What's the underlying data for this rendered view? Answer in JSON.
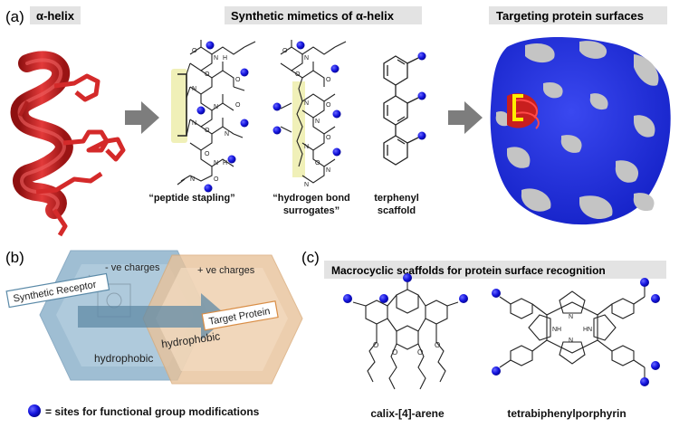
{
  "panel_a": {
    "letter": "(a)",
    "helix_header": "α-helix",
    "mimetics_header": "Synthetic mimetics of α-helix",
    "targeting_header": "Targeting protein surfaces",
    "caption_stapling": "“peptide stapling”",
    "caption_hbs_1": "“hydrogen bond",
    "caption_hbs_2": "surrogates”",
    "caption_terphenyl_1": "terphenyl",
    "caption_terphenyl_2": "scaffold",
    "atom_n": "N",
    "atom_h": "H",
    "atom_o": "O"
  },
  "panel_b": {
    "letter": "(b)",
    "neg_charges": "- ve charges",
    "pos_charges": "+ ve charges",
    "synthetic_receptor": "Synthetic Receptor",
    "target_protein": "Target Protein",
    "hydrophobic_left": "hydrophobic",
    "hydrophobic_right": "hydrophobic",
    "legend": "= sites for functional group modifications"
  },
  "panel_c": {
    "letter": "(c)",
    "header": "Macrocyclic scaffolds for protein surface recognition",
    "calixarene_label": "calix-[4]-arene",
    "porphyrin_label": "tetrabiphenylporphyrin",
    "atom_o": "O",
    "atom_nh": "NH",
    "atom_hn": "HN",
    "atom_n": "N"
  },
  "colors": {
    "helix_red": "#d42a2a",
    "site_blue": "#1515e0",
    "surface_blue": "#1f2ee0",
    "surface_gray": "#bfbfbf",
    "header_bg": "#e3e3e3",
    "hex_blue": "#8fb3cc",
    "hex_orange": "#e8c29a",
    "arrow_gray": "#7d7d7d"
  }
}
